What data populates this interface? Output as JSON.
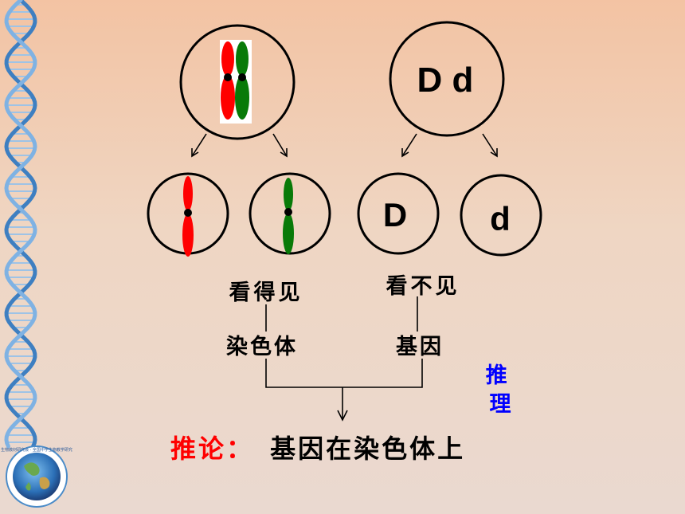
{
  "genes": {
    "parent": "D d",
    "left": "D",
    "right": "d"
  },
  "labels": {
    "visible": "看得见",
    "invisible": "看不见",
    "chromosome": "染色体",
    "gene": "基因"
  },
  "reasoning_tag": "推理",
  "conclusion": {
    "prefix": "推论：",
    "text": "基因在染色体上"
  },
  "globe_text": "生物教材研究会 · 全国中学生物教学研究",
  "colors": {
    "chromosome_red": "#ff0000",
    "chromosome_green": "#087a08",
    "tag_blue": "#0000ff",
    "conclusion_red": "#ff0000",
    "outline": "#000000"
  },
  "icons": [
    "dna-helix-icon",
    "globe-logo-icon"
  ]
}
